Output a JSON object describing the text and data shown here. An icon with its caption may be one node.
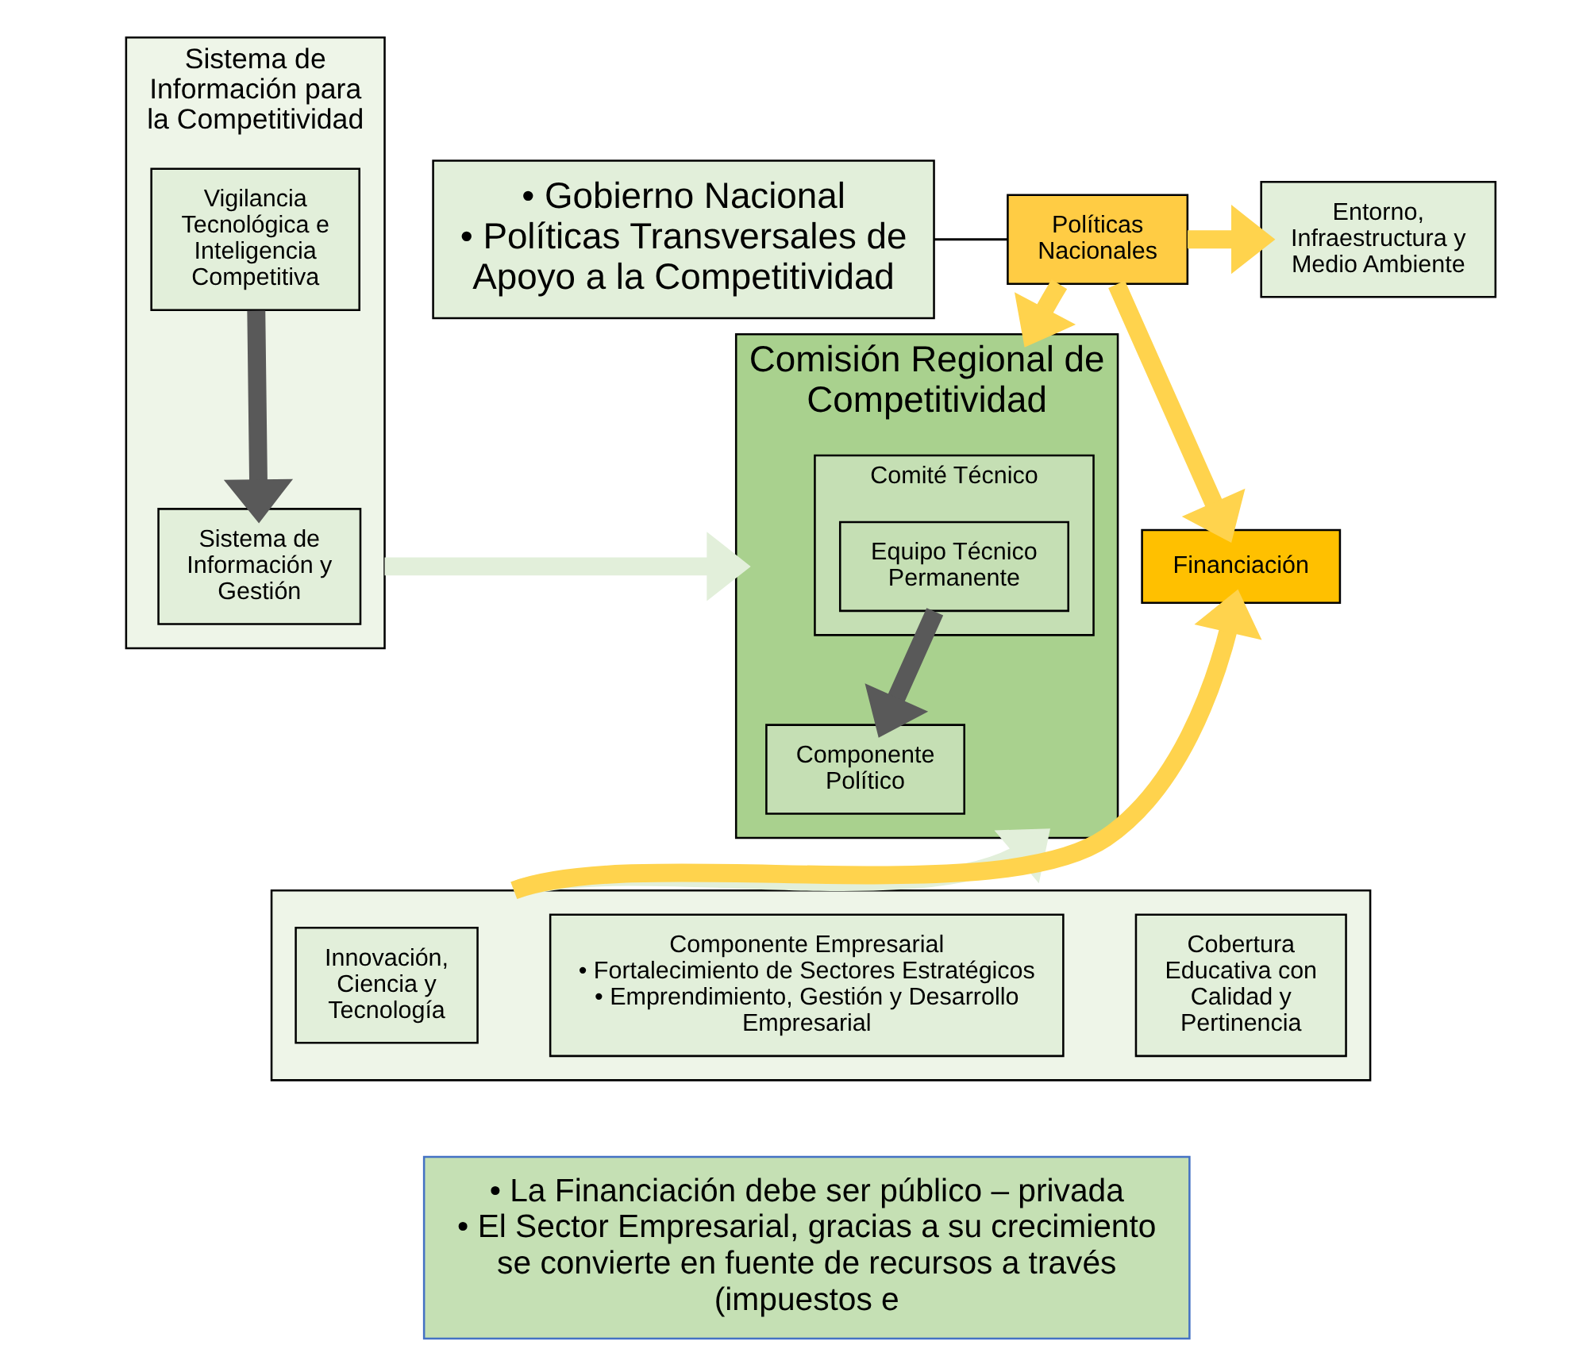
{
  "diagram": {
    "nodes": [
      {
        "text": [
          "• Gobierno Nacional",
          "• Políticas Transversales de Apoyo a la Competitividad"
        ]
      },
      {
        "text": [
          "Políticas Nacionales"
        ]
      },
      {
        "text": [
          "Entorno, Infraestructura y Medio Ambiente"
        ]
      },
      {
        "text": [
          "Sistema de Información para la Competitividad"
        ]
      },
      {
        "text": [
          "Sistema de Información y Gestión"
        ],
        "in": 3
      },
      {
        "text": [
          "Vigilancia Tecnológica e Inteligencia Competitiva"
        ],
        "in": 3
      },
      {
        "text": [
          "Comisión Regional de Competitividad"
        ]
      },
      {
        "text": [
          "Comité Técnico"
        ],
        "in": 6
      },
      {
        "text": [
          "Equipo Técnico Permanente"
        ],
        "in": 7
      },
      {
        "text": [
          "Componente Político"
        ],
        "in": 6
      },
      {
        "text": [
          "Financiación"
        ]
      },
      {
        "text": [],
        "shape": "box"
      },
      {
        "text": [
          "Innovación, Ciencia y Tecnología"
        ],
        "in": 11
      },
      {
        "text": [
          "Componente Empresarial",
          "• Fortalecimiento de Sectores Estratégicos",
          "• Emprendimiento, Gestión y Desarrollo Empresarial"
        ],
        "in": 11
      },
      {
        "text": [
          "Cobertura Educativa con Calidad y Pertinencia"
        ],
        "in": 11
      },
      {
        "text": [
          "• La Financiación debe ser público – privada",
          "• El Sector Empresarial, gracias a su crecimiento se convierte en fuente de recursos a través (impuestos e"
        ]
      }
    ],
    "edges": [
      {
        "from": 0,
        "to": 1,
        "arrow": "none",
        "color": "#000000"
      },
      {
        "from": 1,
        "to": 2,
        "arrow": "to",
        "color": "#ffd34d"
      },
      {
        "from": 1,
        "to": 6,
        "arrow": "to",
        "color": "#ffd34d"
      },
      {
        "from": 1,
        "to": 10,
        "arrow": "to",
        "color": "#ffd34d"
      },
      {
        "from": 11,
        "to": 10,
        "arrow": "to",
        "color": "#ffd34d"
      },
      {
        "from": 3,
        "to": 6,
        "arrow": "to",
        "color": "#e2efda"
      },
      {
        "from": 11,
        "to": 6,
        "arrow": "to",
        "color": "#e2efda"
      },
      {
        "from": 5,
        "to": 4,
        "arrow": "to",
        "color": "#595959"
      },
      {
        "from": 8,
        "to": 9,
        "arrow": "to",
        "color": "#595959"
      }
    ]
  }
}
